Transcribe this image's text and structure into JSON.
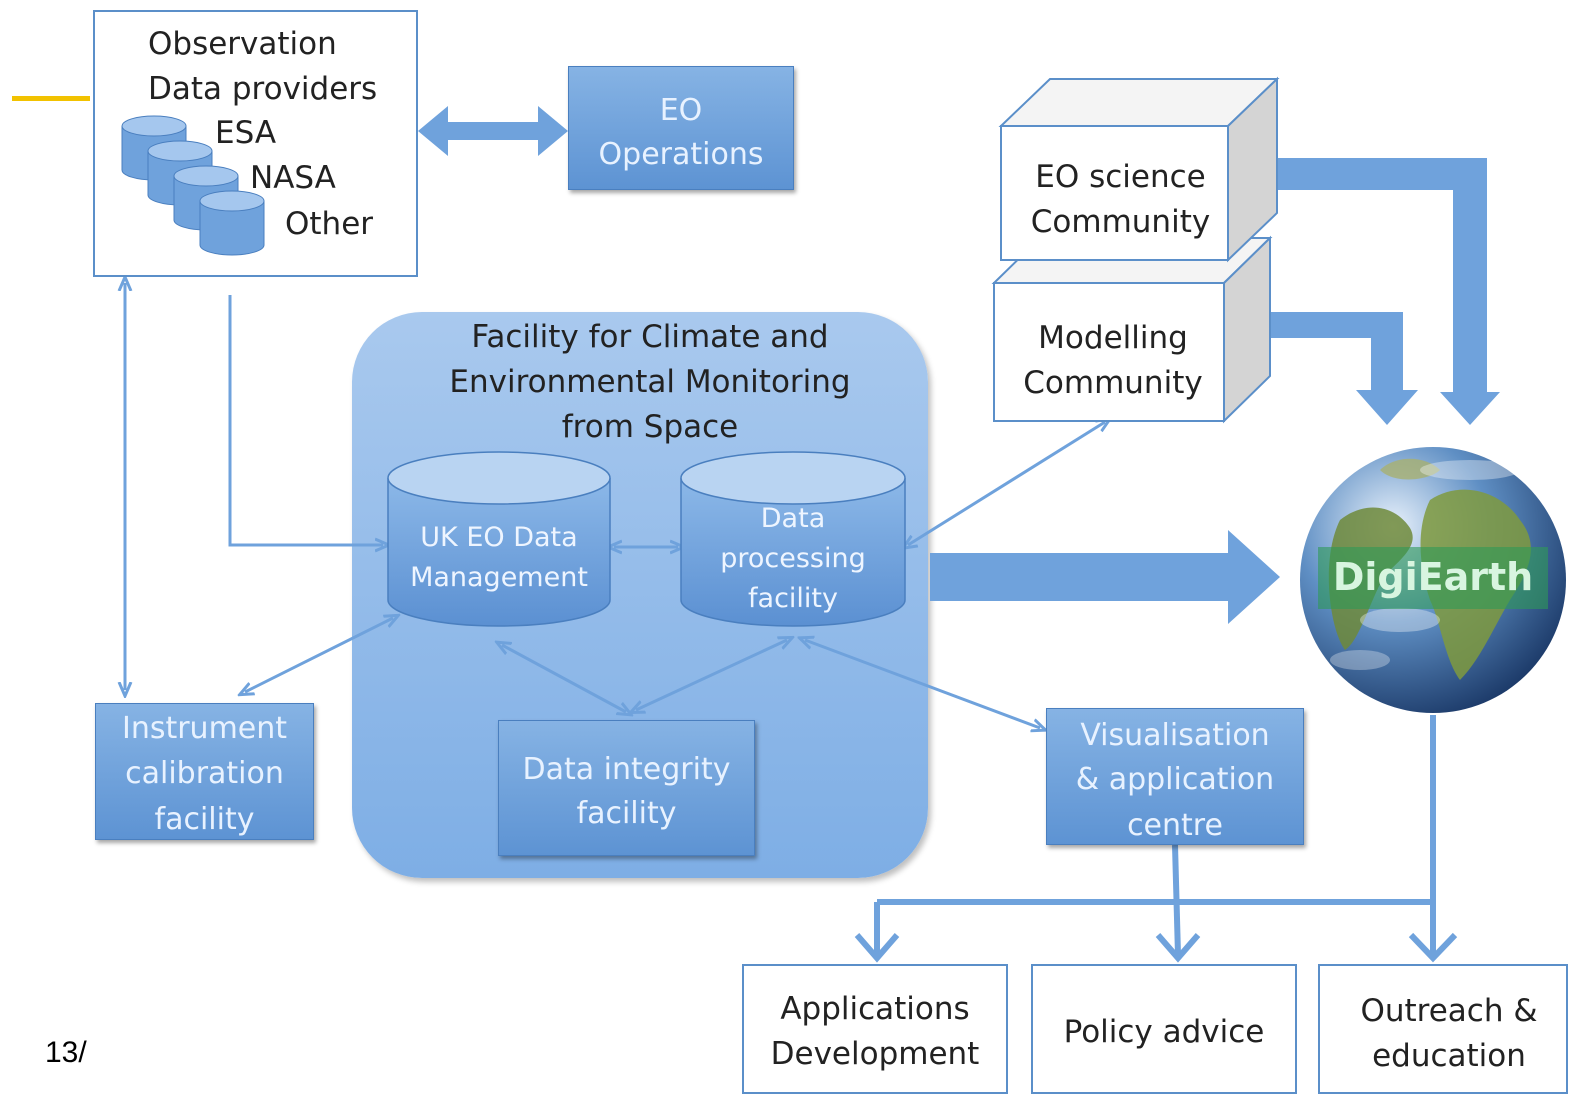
{
  "observation": {
    "title_line1": "Observation",
    "title_line2": "Data providers",
    "providers": [
      "ESA",
      "NASA",
      "Other"
    ]
  },
  "eo_operations": {
    "line1": "EO",
    "line2": "Operations"
  },
  "eo_science": {
    "line1": "EO science",
    "line2": "Community"
  },
  "modelling": {
    "line1": "Modelling",
    "line2": "Community"
  },
  "facility": {
    "title_line1": "Facility for Climate and",
    "title_line2": "Environmental Monitoring",
    "title_line3": "from Space",
    "data_mgmt_line1": "UK EO Data",
    "data_mgmt_line2": "Management",
    "processing_line1": "Data",
    "processing_line2": "processing",
    "processing_line3": "facility",
    "integrity_line1": "Data integrity",
    "integrity_line2": "facility"
  },
  "instrument": {
    "line1": "Instrument",
    "line2": "calibration",
    "line3": "facility"
  },
  "visualisation": {
    "line1": "Visualisation",
    "line2": "& application",
    "line3": "centre"
  },
  "digiearth": {
    "label": "DigiEarth"
  },
  "outputs": {
    "applications_line1": "Applications",
    "applications_line2": "Development",
    "policy": "Policy advice",
    "outreach_line1": "Outreach &",
    "outreach_line2": "education"
  },
  "footer": {
    "page_number": "13/"
  },
  "colors": {
    "accent_line": "#f2c200",
    "arrow": "#6fa2dc",
    "box_blue": "#6a9fdb"
  }
}
